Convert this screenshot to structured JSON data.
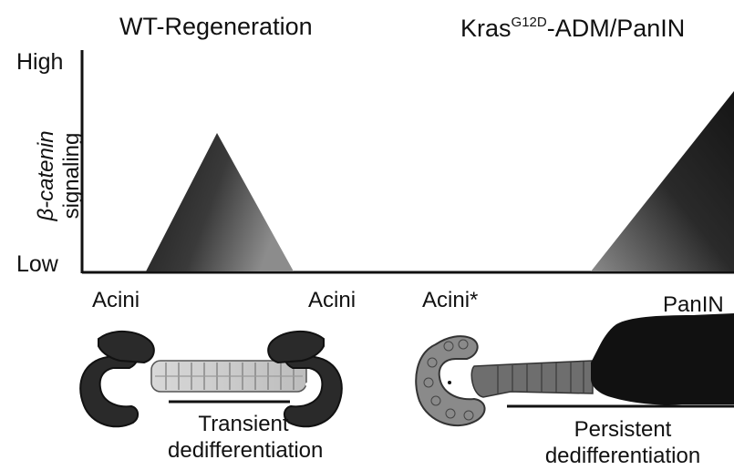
{
  "titles": {
    "left": "WT-Regeneration",
    "right_main": "Kras",
    "right_sup": "G12D",
    "right_suffix": "-ADM/PanIN"
  },
  "y_axis": {
    "label_line1": "β-catenin",
    "label_line2": "signaling",
    "high": "High",
    "low": "Low"
  },
  "stages": {
    "acini_left": "Acini",
    "acini_mid": "Acini",
    "acini_star": "Acini*",
    "panin": "PanIN"
  },
  "notes": {
    "transient_line1": "Transient",
    "transient_line2": "dedifferentiation",
    "persistent_line1": "Persistent",
    "persistent_line2": "dedifferentiation"
  },
  "colors": {
    "peak_dark": "#1a1a1a",
    "peak_light": "#8c8c8c",
    "acinar_cells": "#2a2a2a",
    "duct_cells_light": "#cfcfcf",
    "acini_star_cells": "#8a8a8a",
    "panin_mass": "#111111"
  }
}
